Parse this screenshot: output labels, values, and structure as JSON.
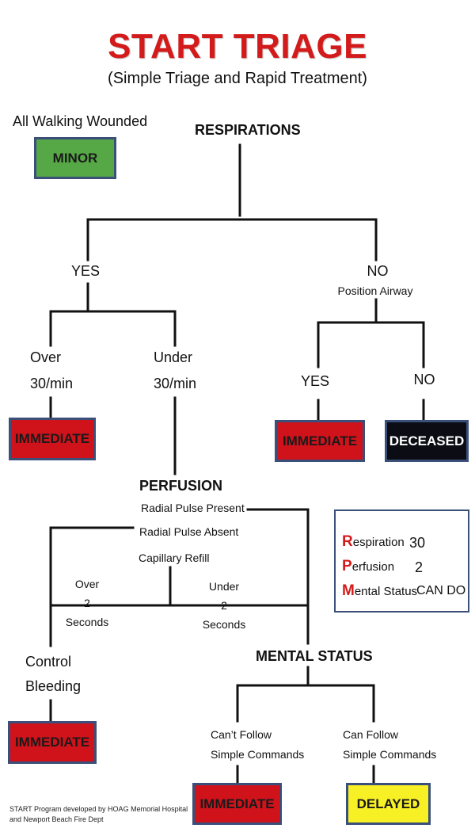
{
  "title": "START TRIAGE",
  "subtitle": "(Simple Triage and Rapid Treatment)",
  "walking": {
    "label": "All Walking Wounded",
    "category": "MINOR"
  },
  "respirations": {
    "heading": "RESPIRATIONS",
    "yes": "YES",
    "no": "NO",
    "position_airway": "Position Airway",
    "over_line1": "Over",
    "over_line2": "30/min",
    "under_line1": "Under",
    "under_line2": "30/min",
    "over_category": "IMMEDIATE",
    "airway_yes": "YES",
    "airway_no": "NO",
    "airway_yes_category": "IMMEDIATE",
    "airway_no_category": "DECEASED"
  },
  "perfusion": {
    "heading": "PERFUSION",
    "pulse_present": "Radial Pulse Present",
    "pulse_absent": "Radial Pulse Absent",
    "capillary_refill": "Capillary Refill",
    "over_line1": "Over",
    "over_line2": "2",
    "over_line3": "Seconds",
    "under_line1": "Under",
    "under_line2": "2",
    "under_line3": "Seconds",
    "control_line1": "Control",
    "control_line2": "Bleeding",
    "control_category": "IMMEDIATE"
  },
  "mental": {
    "heading": "MENTAL STATUS",
    "cant_line1": "Can’t Follow",
    "cant_line2": "Simple Commands",
    "can_line1": "Can Follow",
    "can_line2": "Simple Commands",
    "cant_category": "IMMEDIATE",
    "can_category": "DELAYED"
  },
  "rpm": {
    "r_letter": "R",
    "r_rest": "espiration",
    "r_value": "30",
    "p_letter": "P",
    "p_rest": "erfusion",
    "p_value": "2",
    "m_letter": "M",
    "m_rest": "ental Status",
    "m_value": "CAN DO"
  },
  "footer": {
    "line1": "START Program developed by HOAG Memorial Hospital",
    "line2": "and Newport Beach Fire Dept"
  },
  "colors": {
    "title_red": "#d41b1b",
    "immediate_red": "#d0121b",
    "minor_green": "#55a845",
    "deceased_black": "#0c0c14",
    "delayed_yellow": "#f7f024",
    "box_border": "#3a4f79"
  }
}
